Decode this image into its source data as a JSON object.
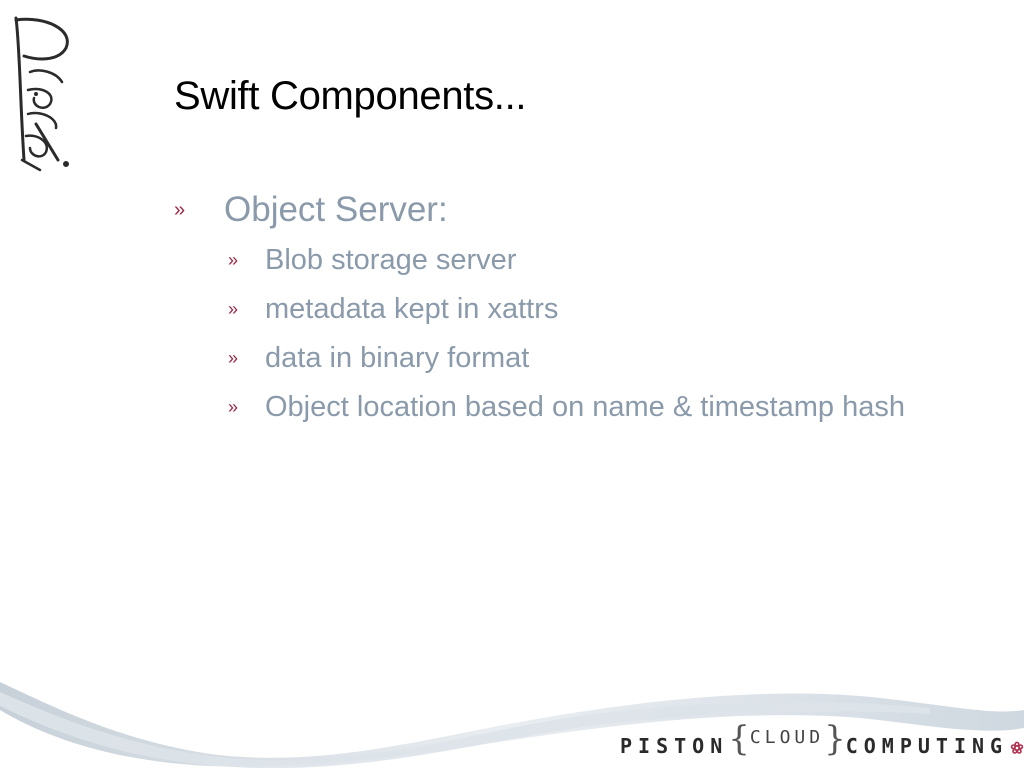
{
  "slide": {
    "title": "Swift Components..."
  },
  "bullets": {
    "marker": "»",
    "level1": {
      "text": "Object Server:"
    },
    "level2": [
      {
        "text": "Blob storage server"
      },
      {
        "text": "metadata kept in xattrs"
      },
      {
        "text": "data in binary format"
      },
      {
        "text": "Object location based on name & timestamp hash"
      }
    ]
  },
  "branding": {
    "word1": "PISTON",
    "brace_open": "{",
    "word2": "CLOUD",
    "brace_close": "}",
    "word3": "COMPUTING"
  },
  "colors": {
    "bullet_marker": "#9b2b45",
    "body_text": "#8a9aaa",
    "title_text": "#000000",
    "swoosh": "#cdd6de"
  },
  "icons": {
    "logo": "piston-signature-logo",
    "brand_flower": "flower-icon"
  }
}
